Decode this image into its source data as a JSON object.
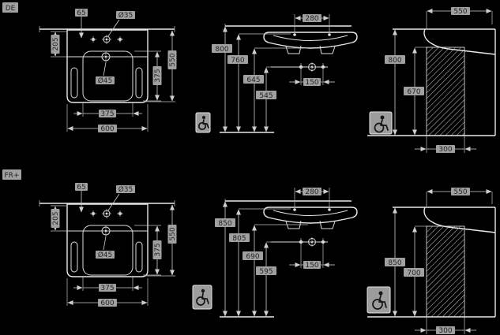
{
  "document": {
    "type": "sanitary-ware installation drawing, two regional variants, three views each",
    "units": "mm"
  },
  "colors": {
    "background": "#000000",
    "object_line": "#e8e8e8",
    "dimension_line": "#cfcfcf",
    "label_background": "#a0a0a0",
    "label_text": "#242424"
  },
  "icons": {
    "wheelchair": "accessibility / wheelchair-user symbol"
  },
  "de": {
    "label": "DE",
    "top_view": {
      "hole_offset": "65",
      "faucet_hole_dia": "Ø35",
      "rear_depth": "205",
      "overall_depth": "550",
      "bowl_depth": "375",
      "drain_dia": "Ø45",
      "bowl_width": "375",
      "overall_width": "600"
    },
    "front_view": {
      "fixing_centers": "280",
      "rim_height": "800",
      "underrim_height": "760",
      "apron_height": "645",
      "trap_height": "545",
      "supply_spacing": "150"
    },
    "side_view": {
      "overall_depth": "550",
      "rim_height": "800",
      "knee_clearance_height": "670",
      "knee_clearance_depth": "300"
    }
  },
  "fr": {
    "label": "FR+",
    "top_view": {
      "hole_offset": "65",
      "faucet_hole_dia": "Ø35",
      "rear_depth": "205",
      "overall_depth": "550",
      "bowl_depth": "375",
      "drain_dia": "Ø45",
      "bowl_width": "375",
      "overall_width": "600"
    },
    "front_view": {
      "fixing_centers": "280",
      "rim_height": "850",
      "underrim_height": "805",
      "apron_height": "690",
      "trap_height": "595",
      "supply_spacing": "150"
    },
    "side_view": {
      "overall_depth": "550",
      "rim_height": "850",
      "knee_clearance_height": "700",
      "knee_clearance_depth": "300"
    }
  }
}
